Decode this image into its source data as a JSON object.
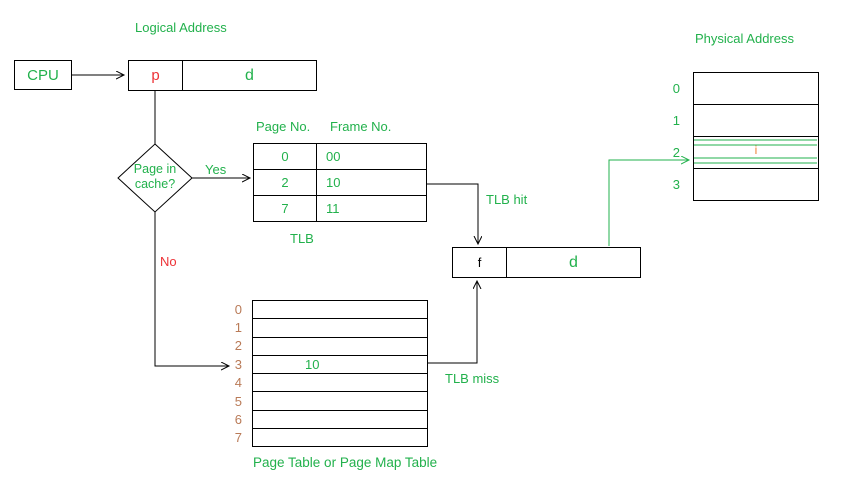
{
  "titles": {
    "logical": "Logical Address",
    "physical": "Physical Address"
  },
  "cpu": {
    "label": "CPU"
  },
  "logical_box": {
    "p": "p",
    "d": "d"
  },
  "decision": {
    "line1": "Page in",
    "line2": "cache?",
    "yes": "Yes",
    "no": "No"
  },
  "tlb": {
    "page_header": "Page No.",
    "frame_header": "Frame No.",
    "caption": "TLB",
    "hit_label": "TLB hit",
    "miss_label": "TLB miss",
    "rows": [
      {
        "page": "0",
        "frame": "00"
      },
      {
        "page": "2",
        "frame": "10"
      },
      {
        "page": "7",
        "frame": "11"
      }
    ]
  },
  "frame_box": {
    "f": "f",
    "d": "d"
  },
  "page_table": {
    "caption": "Page Table or Page Map Table",
    "row_labels": [
      "0",
      "1",
      "2",
      "3",
      "4",
      "5",
      "6",
      "7"
    ],
    "entry_row": "3",
    "entry_value": "10"
  },
  "physical": {
    "row_labels": [
      "0",
      "1",
      "2",
      "3"
    ],
    "marker": "i"
  },
  "colors": {
    "green": "#22b14c",
    "red": "#ed3237",
    "brown": "#b97a57",
    "orange": "#f08438"
  }
}
